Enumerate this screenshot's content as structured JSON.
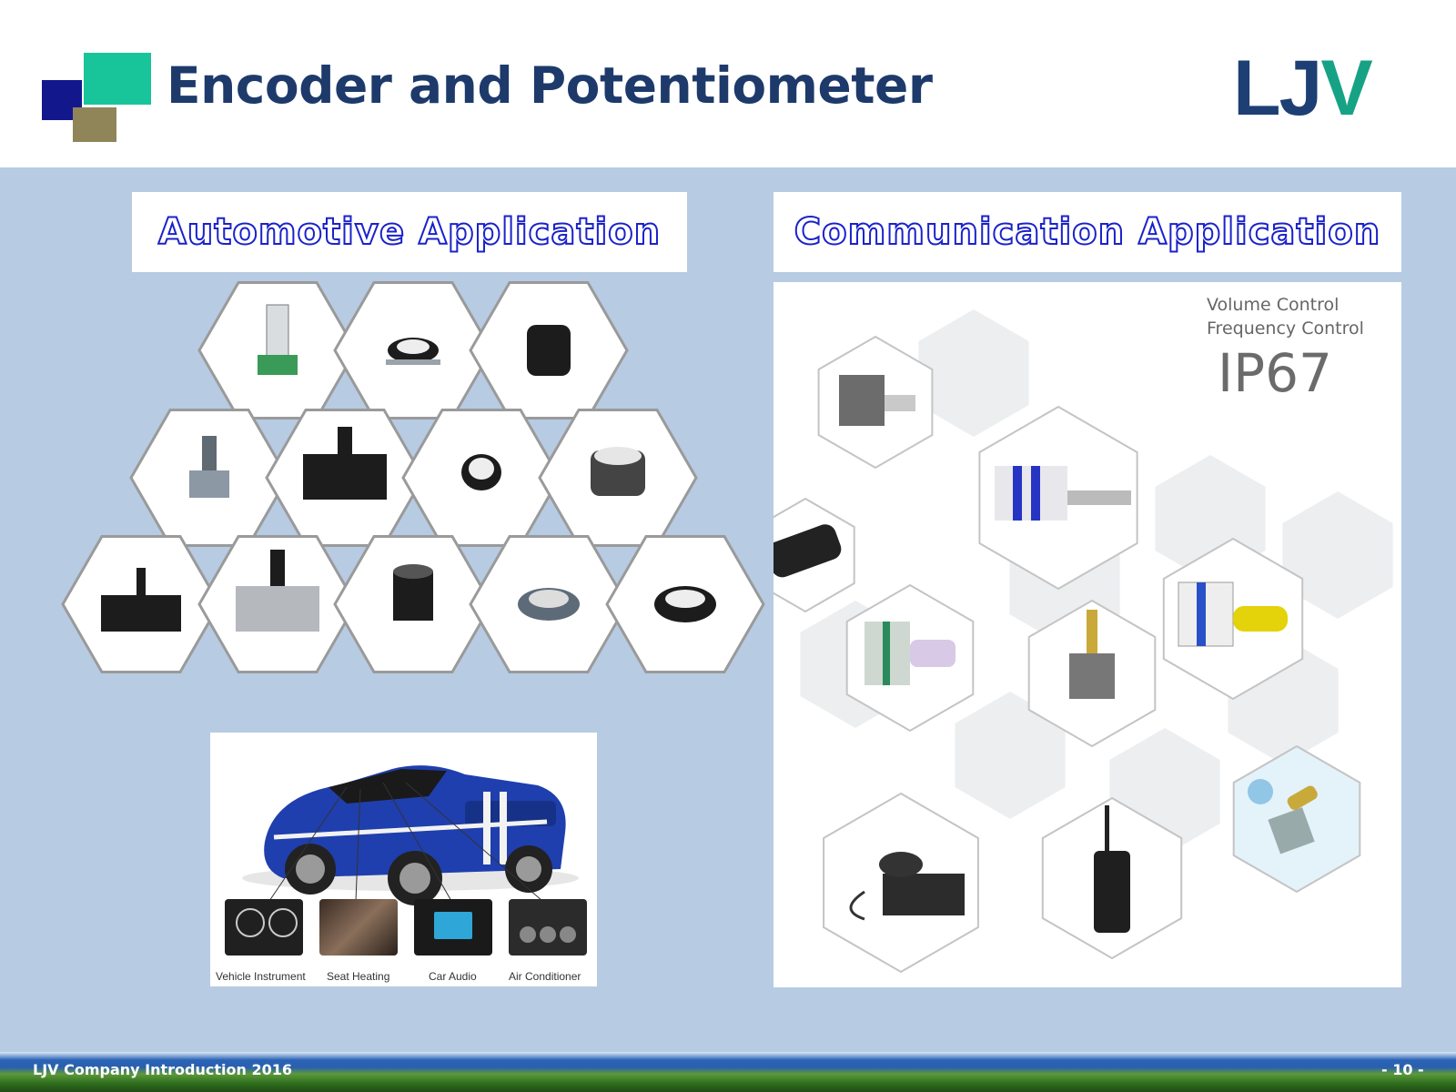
{
  "slide": {
    "title": "Encoder and Potentiometer",
    "brand": {
      "main": "LJ",
      "accent": "V"
    }
  },
  "automotive": {
    "heading": "Automotive Application",
    "products": [
      "rotary-potentiometer-shaft",
      "ring-encoder",
      "black-knob-encoder",
      "vertical-encoder-shaft",
      "black-block-potentiometer",
      "hollow-ring-encoder",
      "ring-encoder-large",
      "black-slide-potentiometer",
      "grey-block-potentiometer",
      "black-cylinder-encoder",
      "grey-ring-encoder",
      "black-ring-encoder"
    ],
    "applications": [
      "Vehicle Instrument",
      "Seat Heating",
      "Car Audio",
      "Air Conditioner"
    ]
  },
  "communication": {
    "heading": "Communication Application",
    "specs": {
      "line1": "Volume   Control",
      "line2": "Frequency Control",
      "rating": "IP67"
    },
    "products": [
      "grey-potentiometer-knob",
      "blue-striped-potentiometer",
      "handheld-remote",
      "green-potentiometer-lavender-shaft",
      "gold-shaft-encoder",
      "blue-potentiometer-yellow-shaft",
      "cb-radio",
      "walkie-talkie",
      "waterproof-encoder"
    ]
  },
  "footer": {
    "text": "LJV Company Introduction 2016",
    "page": "- 10 -"
  },
  "colors": {
    "title": "#1d3a6b",
    "background": "#b7cbe3",
    "heading_outline": "#1a22c9",
    "brand_accent": "#17a286"
  }
}
